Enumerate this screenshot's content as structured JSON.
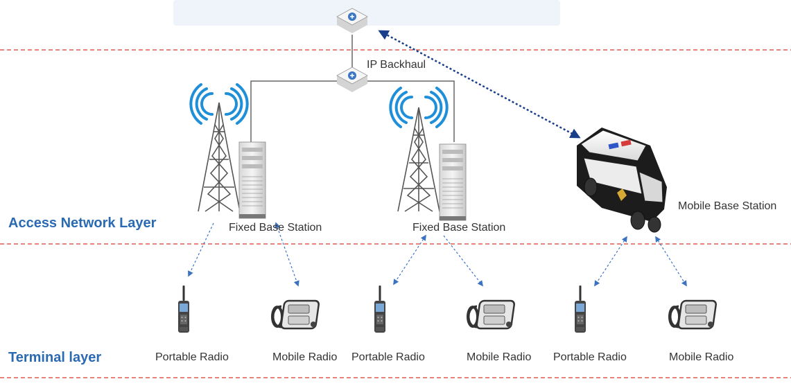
{
  "labels": {
    "ip_backhaul": "IP Backhaul",
    "fixed_base_station_1": "Fixed Base Station",
    "fixed_base_station_2": "Fixed Base Station",
    "mobile_base_station": "Mobile Base Station",
    "portable_radio_1": "Portable Radio",
    "mobile_radio_1": "Mobile Radio",
    "portable_radio_2": "Portable Radio",
    "mobile_radio_2": "Mobile Radio",
    "portable_radio_3": "Portable Radio",
    "mobile_radio_3": "Mobile Radio"
  },
  "layers": {
    "access_network": "Access Network Layer",
    "terminal": "Terminal layer"
  },
  "colors": {
    "layer_divider": "#e05a4e",
    "layer_title": "#2a6ab3",
    "radio_waves": "#1e8fd8",
    "wireless_link": "#3b73c0",
    "backhaul_line": "#666666",
    "top_panel": "#eef4fa"
  },
  "icons": {
    "router": "router-icon",
    "tower": "antenna-tower-icon",
    "cabinet": "base-station-cabinet-icon",
    "police_van": "police-van-icon",
    "handheld": "portable-radio-icon",
    "car_radio": "mobile-radio-icon"
  }
}
